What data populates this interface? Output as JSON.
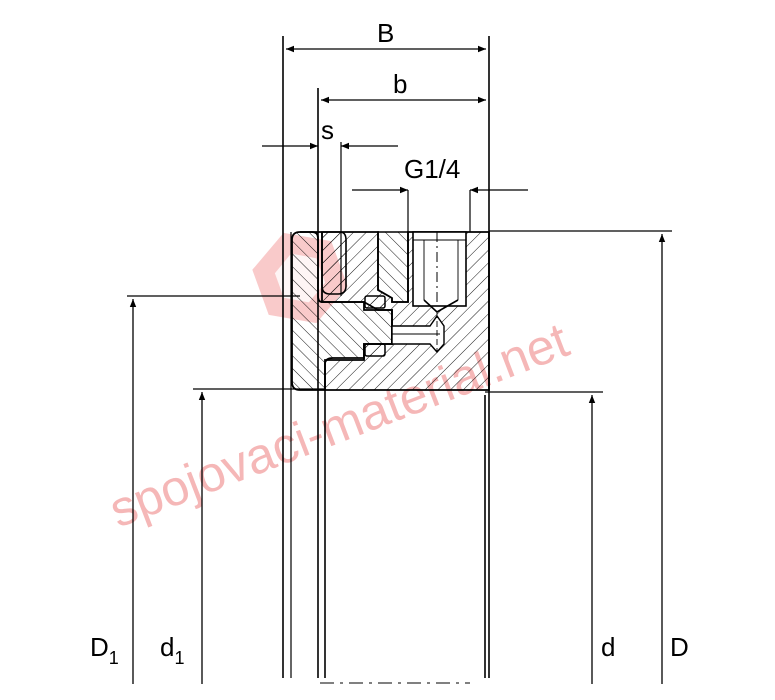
{
  "labels": {
    "B": "B",
    "b": "b",
    "s": "s",
    "G": "G1/4",
    "D1_main": "D",
    "D1_sub": "1",
    "d1_main": "d",
    "d1_sub": "1",
    "d": "d",
    "D": "D"
  },
  "watermark": {
    "text": "spojovaci-material.net",
    "logo_icon": "hexagon-logo-icon",
    "color": "#f2a0a0"
  }
}
